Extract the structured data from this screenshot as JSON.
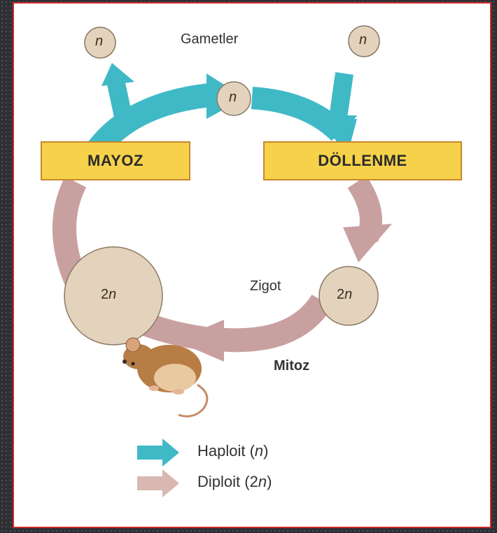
{
  "labels": {
    "gametes": "Gametler",
    "meiosis": "MAYOZ",
    "fertilization": "DÖLLENME",
    "zygote": "Zigot",
    "mitosis": "Mitoz"
  },
  "ploidy": {
    "haploid": "n",
    "diploid_num": "2",
    "diploid_sym": "n"
  },
  "legend": {
    "haploid_prefix": "Haploit (",
    "haploid_sym": "n",
    "haploid_suffix": ")",
    "diploid_prefix": "Diploit (2",
    "diploid_sym": "n",
    "diploid_suffix": ")"
  },
  "colors": {
    "haploid_arrow": "#3fb9c6",
    "diploid_arrow": "#c9a0a0",
    "label_box": "#f6d24a",
    "circle_fill": "#e3d2bc",
    "border": "#cc2a2a"
  }
}
